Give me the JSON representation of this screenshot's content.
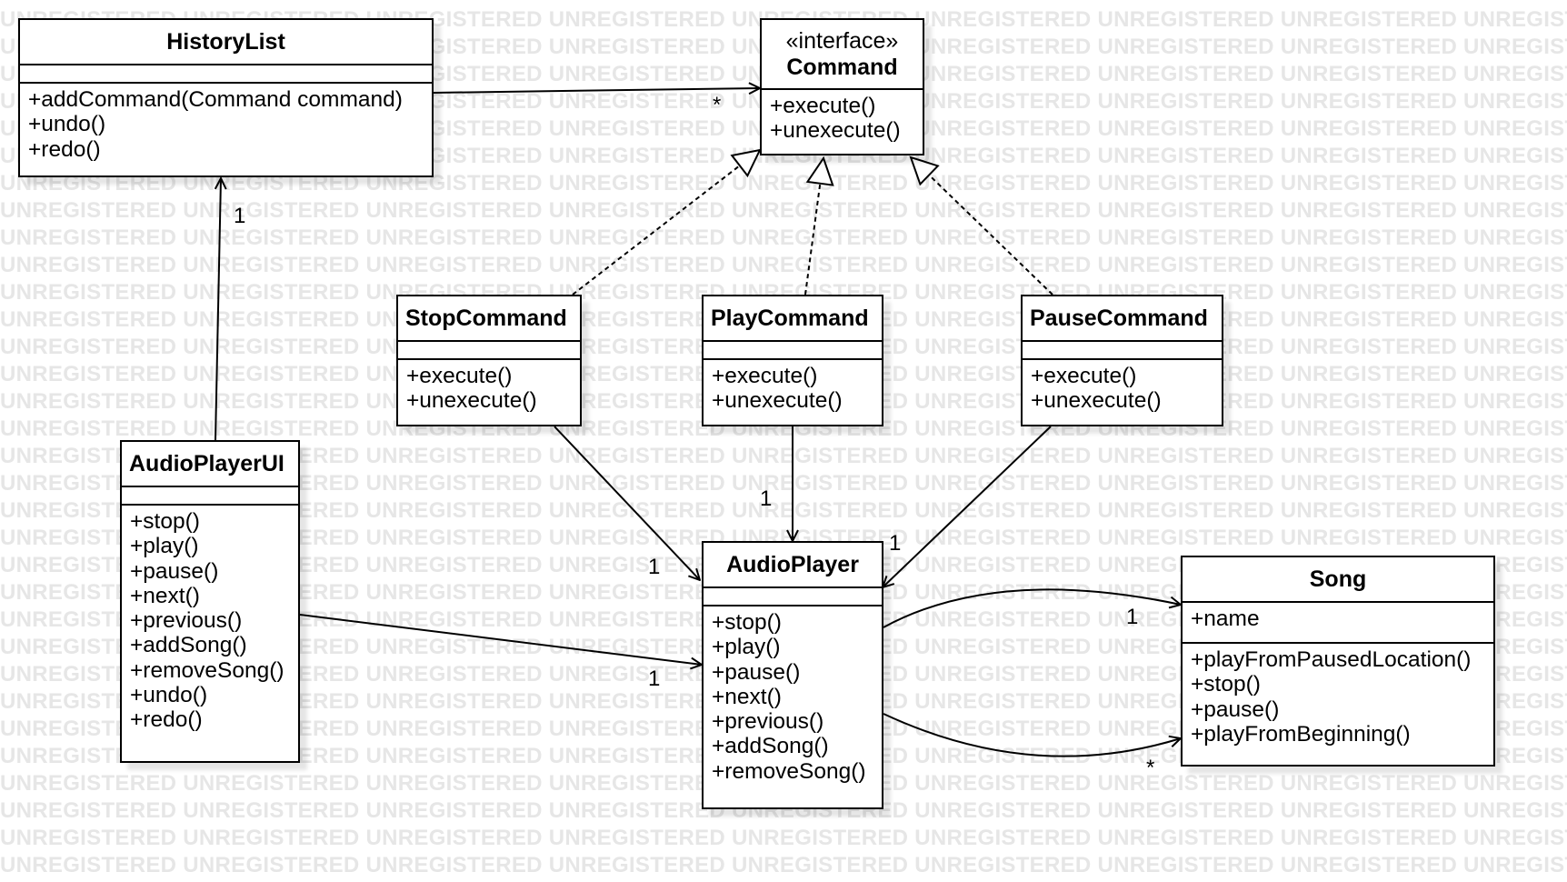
{
  "watermark": "UNREGISTERED",
  "classes": {
    "historylist": {
      "name": "HistoryList",
      "operations": [
        "+addCommand(Command command)",
        "+undo()",
        "+redo()"
      ]
    },
    "command": {
      "stereotype": "«interface»",
      "name": "Command",
      "operations": [
        "+execute()",
        "+unexecute()"
      ]
    },
    "stopcommand": {
      "name": "StopCommand",
      "operations": [
        "+execute()",
        "+unexecute()"
      ]
    },
    "playcommand": {
      "name": "PlayCommand",
      "operations": [
        "+execute()",
        "+unexecute()"
      ]
    },
    "pausecommand": {
      "name": "PauseCommand",
      "operations": [
        "+execute()",
        "+unexecute()"
      ]
    },
    "audioplayerui": {
      "name": "AudioPlayerUI",
      "operations": [
        "+stop()",
        "+play()",
        "+pause()",
        "+next()",
        "+previous()",
        "+addSong()",
        "+removeSong()",
        "+undo()",
        "+redo()"
      ]
    },
    "audioplayer": {
      "name": "AudioPlayer",
      "operations": [
        "+stop()",
        "+play()",
        "+pause()",
        "+next()",
        "+previous()",
        "+addSong()",
        "+removeSong()"
      ]
    },
    "song": {
      "name": "Song",
      "attributes": [
        "+name"
      ],
      "operations": [
        "+playFromPausedLocation()",
        "+stop()",
        "+pause()",
        "+playFromBeginning()"
      ]
    }
  },
  "multiplicities": {
    "historylist_command": "*",
    "ui_historylist": "1",
    "stop_audioplayer": "1",
    "play_audioplayer": "1",
    "pause_audioplayer": "1",
    "ui_audioplayer": "1",
    "audioplayer_song_top": "1",
    "audioplayer_song_bottom": "*"
  },
  "colors": {
    "line": "#000000",
    "box_fill": "#ffffff",
    "watermark": "#e6e6e6"
  }
}
